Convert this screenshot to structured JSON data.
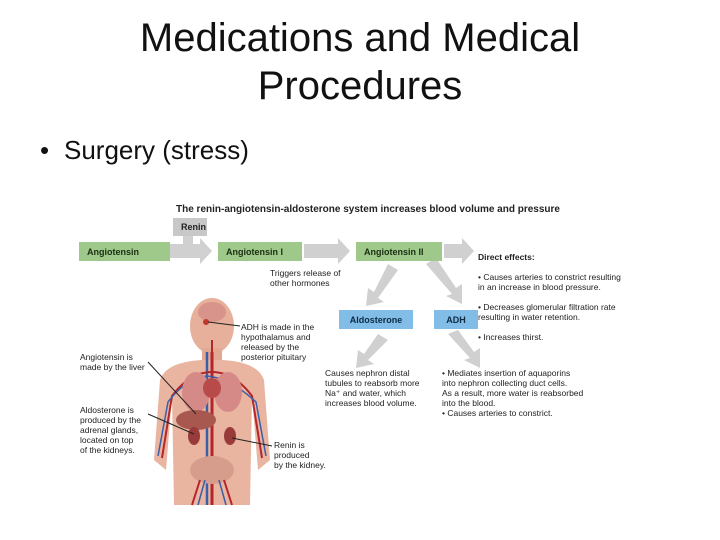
{
  "slide": {
    "title_line1": "Medications and Medical",
    "title_line2": "Procedures",
    "bullet": "Surgery (stress)"
  },
  "diagram": {
    "title": "The renin-angiotensin-aldosterone system increases blood volume and pressure",
    "boxes": {
      "renin": "Renin",
      "angiotensin": "Angiotensin",
      "angiotensin_1": "Angiotensin I",
      "angiotensin_2": "Angiotensin II",
      "aldosterone": "Aldosterone",
      "adh": "ADH"
    },
    "triggers_note": "Triggers release of\nother hormones",
    "direct_effects": {
      "heading": "Direct effects:",
      "items": [
        "• Causes arteries to constrict resulting\n  in an increase in blood pressure.",
        "• Decreases glomerular filtration rate\n  resulting in water retention.",
        "• Increases thirst."
      ]
    },
    "aldosterone_effect": "Causes nephron distal\ntubules to reabsorb more\nNa⁺ and water, which\nincreases blood volume.",
    "adh_effect": "• Mediates insertion of aquaporins\n  into nephron collecting duct cells.\n  As a result, more water is reabsorbed\n  into the blood.\n• Causes arteries to constrict.",
    "labels": {
      "adh_source": "ADH is made in the\nhypothalamus and\nreleased by the\nposterior pituitary",
      "angiotensin_source": "Angiotensin is\nmade by the liver",
      "aldosterone_source": "Aldosterone is\nproduced by the\nadrenal glands,\nlocated on top\nof the kidneys.",
      "renin_source": "Renin is\nproduced\nby the kidney."
    },
    "colors": {
      "green_box": "#9ec98a",
      "blue_box": "#82bde8",
      "gray_box": "#c8c8c8",
      "arrow": "#bfbfbf",
      "skin": "#e9b4a0",
      "vessel_red": "#b3262b",
      "vessel_blue": "#3a5fa8"
    }
  }
}
